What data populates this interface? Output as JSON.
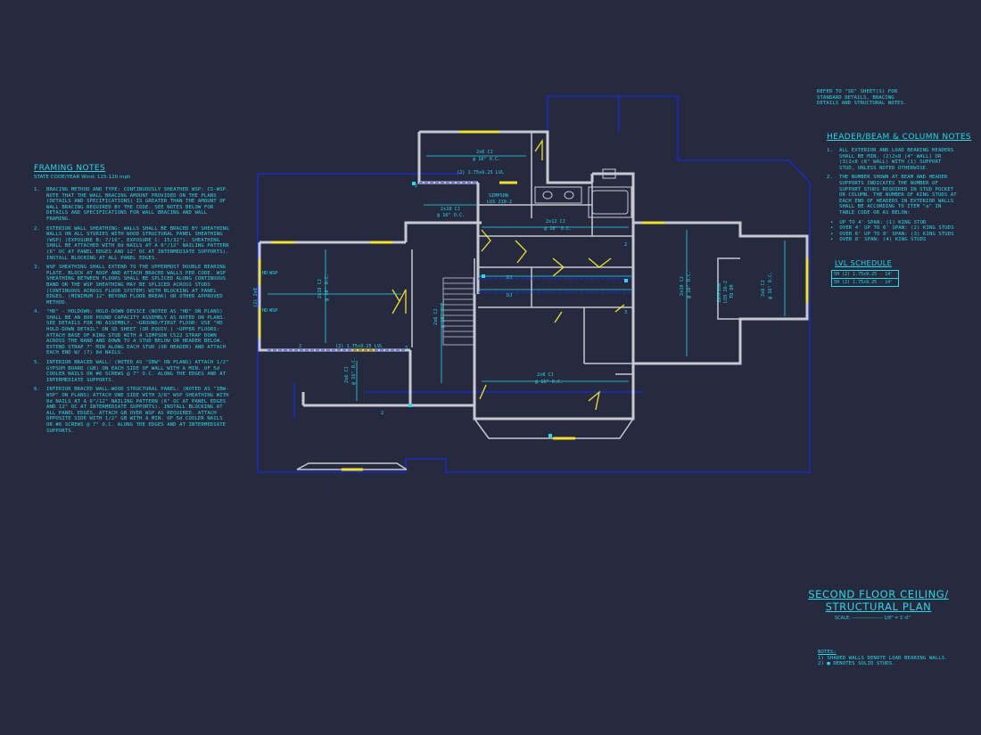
{
  "colors": {
    "background": "#252a3e",
    "text": "#2fd6e6",
    "wall": "#c8c8d2",
    "beam": "#1a2aff",
    "joist": "#2fd6e6",
    "load_bearing": "#f0e030"
  },
  "framing": {
    "title": "FRAMING NOTES",
    "subtitle": "STATE CODE/YEAR Wind: 115-120 mph",
    "notes": [
      {
        "num": "1.",
        "text": "BRACING METHOD AND TYPE: CONTINUOUSLY SHEATHED WSP: CS-WSP. NOTE THAT THE WALL BRACING AMOUNT PROVIDED ON THE PLANS (DETAILS AND SPECIFICATIONS) IS GREATER THAN THE AMOUNT OF WALL BRACING REQUIRED BY THE CODE. SEE NOTES BELOW FOR DETAILS AND SPECIFICATIONS FOR WALL BRACING AND WALL FRAMING."
      },
      {
        "num": "2.",
        "text": "EXTERIOR WALL SHEATHING: WALLS SHALL BE BRACED BY SHEATHING WALLS ON ALL STORIES WITH WOOD STRUCTURAL PANEL SHEATHING (WSP) (EXPOSURE B: 7/16\", EXPOSURE C: 15/32\"). SHEATHING SHALL BE ATTACHED WITH 8d NAILS AT A 6\"/12\" NAILING PATTERN (6\" OC AT PANEL EDGES AND 12\" OC AT INTERMEDIATE SUPPORTS). INSTALL BLOCKING AT ALL PANEL EDGES."
      },
      {
        "num": "3.",
        "text": "WSP SHEATHING SHALL EXTEND TO THE UPPERMOST DOUBLE BEARING PLATE. BLOCK AT ROOF AND ATTACH BRACED WALLS PER CODE. WSP SHEATHING BETWEEN FLOORS SHALL BE SPLICED ALONG CONTINUOUS BAND OR THE WSP SHEATHING MAY BE SPLICED ACROSS STUDS (CONTINUOUS ACROSS FLOOR SYSTEM) WITH BLOCKING AT PANEL EDGES. (MINIMUM 12\" BEYOND FLOOR BREAK) OR OTHER APPROVED METHOD."
      },
      {
        "num": "4.",
        "text": "\"HD\" - HOLDOWN: HOLD-DOWN DEVICE (NOTED AS \"HD\" ON PLANS) SHALL BE AN 800 POUND CAPACITY ASSEMBLY AS NOTED ON PLANS. SEE DETAILS FOR HD ASSEMBLY. ~GROUND/FIRST FLOOR: USE \"HD HOLD-DOWN DETAIL\" ON SD SHEET (OR EQUIV.) ~UPPER FLOORS: ATTACH BASE OF KING STUD WITH A SIMPSON CS22 STRAP DOWN ACROSS THE BAND AND DOWN TO A STUD BELOW OR HEADER BELOW. EXTEND STRAP 7\" MIN ALONG EACH STUD (OR HEADER) AND ATTACH EACH END W/ (7) 8d NAILS."
      },
      {
        "num": "5.",
        "text": "INTERIOR BRACED WALL: (NOTED AS \"IBW\" ON PLANS) ATTACH 1/2\" GYPSUM BOARD (GB) ON EACH SIDE OF WALL WITH A MIN. OF 5d COOLER NAILS OR #6 SCREWS @ 7\" O.C. ALONG THE EDGES AND AT INTERMEDIATE SUPPORTS."
      },
      {
        "num": "6.",
        "text": "INTERIOR BRACED WALL-WOOD STRUCTURAL PANEL: (NOTED AS \"IBW-WSP\" ON PLANS) ATTACH ONE SIDE WITH 3/8\" WSP SHEATHING WITH 8d NAILS AT A 6\"/12\" NAILING PATTERN (6\" OC AT PANEL EDGES AND 12\" OC AT INTERMEDIATE SUPPORTS). INSTALL BLOCKING AT ALL PANEL EDGES. ATTACH GB OVER WSP AS REQUIRED. ATTACH OPPOSITE SIDE WITH 1/2\" GB WITH A MIN. OF 5d COOLER NAILS OR #6 SCREWS @ 7\" O.C. ALONG THE EDGES AND AT INTERMEDIATE SUPPORTS."
      }
    ]
  },
  "refer": {
    "lines": [
      "REFER TO \"SD\" SHEET(S) FOR",
      "STANDARD DETAILS, BRACING",
      "DETAILS AND STRUCTURAL NOTES."
    ]
  },
  "header_notes": {
    "title": "HEADER/BEAM & COLUMN NOTES",
    "notes": [
      {
        "num": "1.",
        "text": "ALL EXTERIOR AND LOAD BEARING HEADERS SHALL BE MIN. (2)2x8 (4\" WALL) OR (3)2x8 (6\" WALL) WITH (1) SUPPORT STUD, UNLESS NOTED OTHERWISE."
      },
      {
        "num": "2.",
        "text": "THE NUMBER SHOWN AT BEAM AND HEADER SUPPORTS INDICATES THE NUMBER OF SUPPORT STUDS REQUIRED IN STUD POCKET OR COLUMN. THE NUMBER OF KING STUDS AT EACH END OF HEADERS IN EXTERIOR WALLS SHALL BE ACCORDING TO ITEM \"a\" IN TABLE CODE OR AS BELOW:"
      }
    ],
    "kings": [
      "UP TO 4' SPAN: (1) KING STUD",
      "OVER 4' UP TO 6' SPAN: (2) KING STUDS",
      "OVER 6' UP TO 8' SPAN: (3) KING STUDS",
      "OVER 8' SPAN: (4) KING STUDS"
    ]
  },
  "lvl": {
    "title": "LVL SCHEDULE",
    "rows": [
      "5H (2) 1.75x9.25 - 14'",
      "5H (2) 1.75x9.25 - 14'"
    ]
  },
  "plan_labels": {
    "cj_a": "2x6 CJ",
    "cj_a2": "@ 16\" O.C.",
    "cj_b": "2x10 CJ",
    "cj_b2": "@ 16\" O.C.",
    "cj_c": "2x12 CJ",
    "cj_c2": "@ 16\" O.C.",
    "cj_d": "2x8 CJ",
    "cj_d2": "@ 16\" O.C.",
    "cj_e": "2x10 CJ",
    "cj_e2": "@ 16\" O.C.",
    "cj_f": "2x6 CJ",
    "cj_f2": "@ 16\" O.C.",
    "cj_g": "2x6 CJ",
    "cj_g2": "@ 16\" O.C.",
    "cj_h": "2x10 CJ",
    "cj_h2": "@ 16\" O.C.",
    "cj_i": "2x6 CJ",
    "cj_i2": "@ 16\" O.C.",
    "lvl_top": "(2) 1.75x9.25 LVL",
    "lvl_bot": "(2) 1.75x9.25 LVL",
    "simpson1": "SIMPSON",
    "simpson1b": "LUS 210-2",
    "simpson2": "SIMPSON",
    "simpson2b": "LUS 26-2",
    "simpson2c": "TO DR",
    "dj": "DJ",
    "ibw_left": "(2) 2x8",
    "hd": "HD",
    "wsp": "WSP",
    "n2": "2",
    "n3": "3"
  },
  "drawing_title": {
    "line1": "SECOND FLOOR CEILING/",
    "line2": "STRUCTURAL PLAN",
    "scale_label": "SCALE:",
    "scale_value": "1/8\" = 1'-0\""
  },
  "bottom_notes": {
    "title": "NOTES:",
    "items": [
      "1) SHADED WALLS DENOTE LOAD BEARING WALLS.",
      "2) ■ DENOTES SOLID STUDS."
    ]
  }
}
